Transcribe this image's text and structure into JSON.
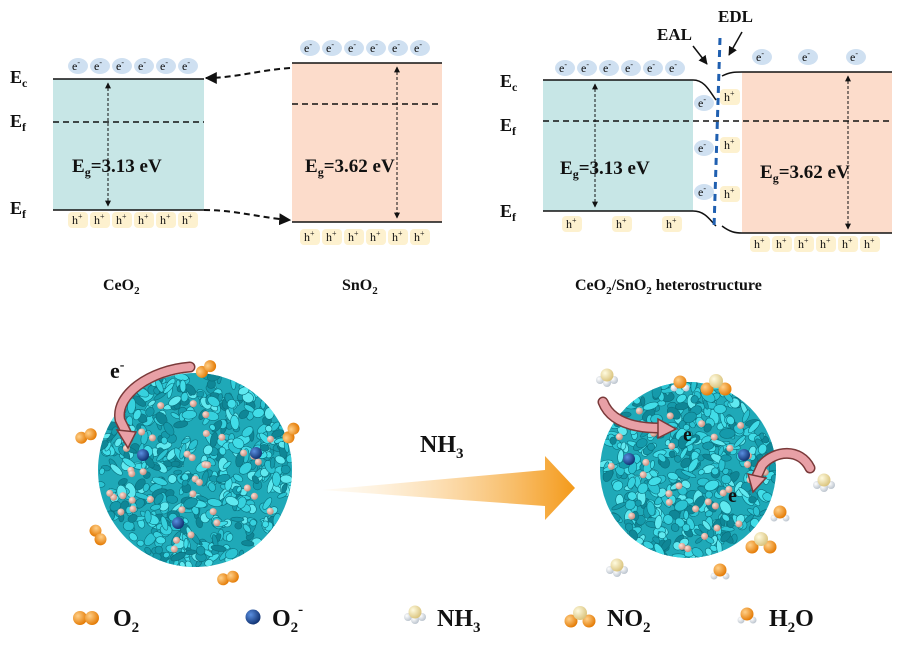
{
  "band_diagrams": {
    "ceo2": {
      "ec_label": "E",
      "ec_sub": "c",
      "ef_label": "E",
      "ef_sub": "f",
      "ev_label": "E",
      "ev_sub": "f",
      "gap_prefix": "E",
      "gap_sub": "g",
      "gap_value": "=3.13 eV",
      "caption_main": "CeO",
      "caption_sub": "2"
    },
    "sno2": {
      "gap_prefix": "E",
      "gap_sub": "g",
      "gap_value": "=3.62 eV",
      "caption_main": "SnO",
      "caption_sub": "2"
    },
    "hetero": {
      "ec_label": "E",
      "ec_sub": "c",
      "ef_label": "E",
      "ef_sub": "f",
      "ev_label": "E",
      "ev_sub": "f",
      "left_gap_prefix": "E",
      "left_gap_sub": "g",
      "left_gap_value": "=3.13 eV",
      "right_gap_prefix": "E",
      "right_gap_sub": "g",
      "right_gap_value": "=3.62 eV",
      "eal_label": "EAL",
      "edl_label": "EDL",
      "caption_a": "CeO",
      "caption_a_sub": "2",
      "caption_b": "/SnO",
      "caption_b_sub": "2",
      "caption_c": " heterostructure"
    },
    "carriers": {
      "electron": "e",
      "electron_sup": "-",
      "hole": "h",
      "hole_sup": "+"
    }
  },
  "sensing": {
    "gas_main": "NH",
    "gas_sub": "3",
    "left_e": "e",
    "left_e_sup": "-",
    "right_e1": "e",
    "right_e2": "e"
  },
  "legend": [
    {
      "icon": "o2-molecule-icon",
      "main": "O",
      "sub": "2",
      "sup": ""
    },
    {
      "icon": "o2-ion-icon",
      "main": "O",
      "sub": "2",
      "sup": "-"
    },
    {
      "icon": "nh3-molecule-icon",
      "main": "NH",
      "sub": "3",
      "sup": ""
    },
    {
      "icon": "no2-molecule-icon",
      "main": "NO",
      "sub": "2",
      "sup": ""
    },
    {
      "icon": "h2o-molecule-icon",
      "main": "H",
      "sub": "2",
      "sup": "",
      "tail": "O"
    }
  ],
  "colors": {
    "ceo2_band": "#c7e6e6",
    "sno2_band": "#fcdccb",
    "electron_bubble": "#cfe0f1",
    "hole_bubble": "#fdf1cf",
    "interface_line": "#1f5fb0",
    "particle": "#2ec8d6",
    "arrow_orange": "#f49a1a",
    "o2": "#f28c12",
    "o2_ion": "#1e4f9c",
    "nh3": "#f3e6a4",
    "curved_arrow": "#e8a0a6"
  }
}
